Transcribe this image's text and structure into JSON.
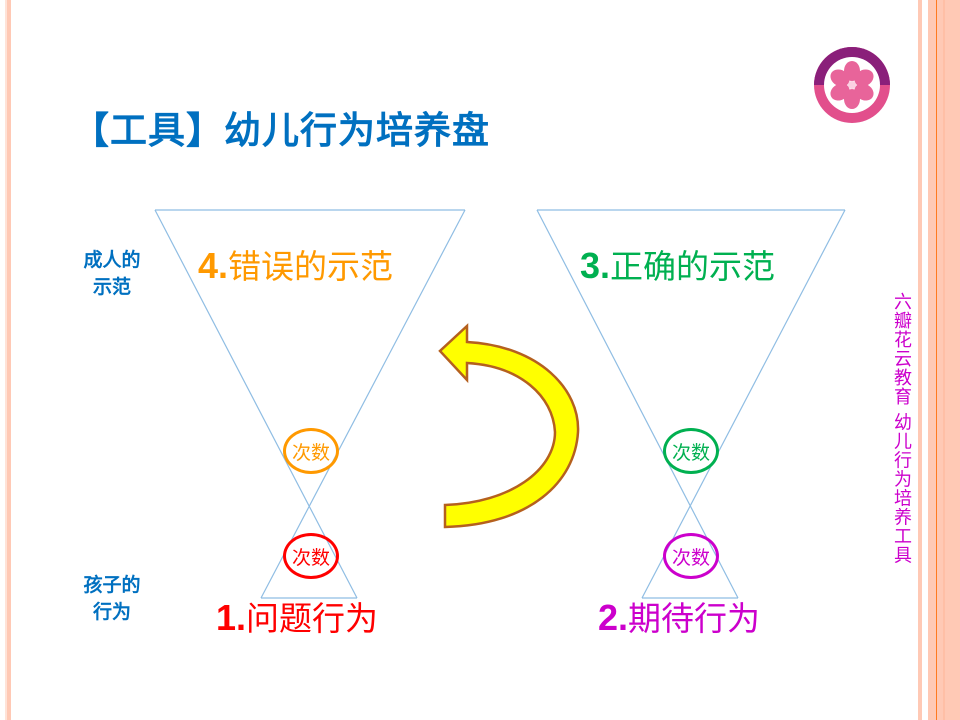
{
  "title": "【工具】幼儿行为培养盘",
  "labels": {
    "adult_line1": "成人的",
    "adult_line2": "示范",
    "child_line1": "孩子的",
    "child_line2": "行为"
  },
  "quadrants": [
    {
      "number": "4.",
      "text": "错误的示范",
      "color": "#ff9900"
    },
    {
      "number": "3.",
      "text": "正确的示范",
      "color": "#00b050"
    },
    {
      "number": "1.",
      "text": "问题行为",
      "color": "#ff0000"
    },
    {
      "number": "2.",
      "text": "期待行为",
      "color": "#cc00cc"
    }
  ],
  "counters": [
    {
      "label": "次数",
      "color": "#ff9900"
    },
    {
      "label": "次数",
      "color": "#ff0000"
    },
    {
      "label": "次数",
      "color": "#00b050"
    },
    {
      "label": "次数",
      "color": "#cc00cc"
    }
  ],
  "side_caption": "六瓣花云教育  幼儿行为培养工具",
  "colors": {
    "title": "#0070c0",
    "border": "#ffc9b5",
    "border_line": "#ff7a20",
    "arrow_fill": "#ffff00",
    "arrow_stroke": "#b5601e",
    "funnel": "#8fbde3"
  }
}
